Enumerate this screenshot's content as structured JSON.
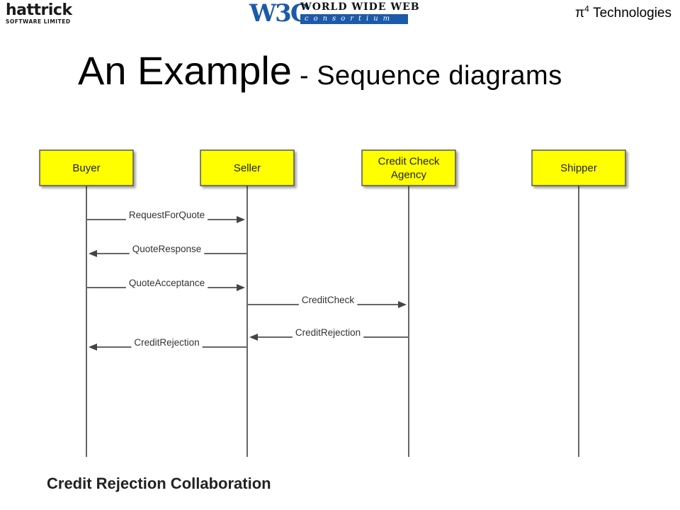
{
  "header": {
    "hattrick_logo": {
      "word": "hattrick",
      "tagline": "SOFTWARE LIMITED"
    },
    "w3c_logo": {
      "mark": "W3C",
      "top": "WORLD WIDE WEB",
      "bottom": "consortium"
    },
    "brand_prefix": "π",
    "brand_sup": "4",
    "brand_suffix": " Technologies"
  },
  "title": {
    "main": "An Example",
    "sub": " - Sequence diagrams"
  },
  "diagram": {
    "participants": [
      {
        "id": "buyer",
        "lines": [
          "Buyer"
        ]
      },
      {
        "id": "seller",
        "lines": [
          "Seller"
        ]
      },
      {
        "id": "credit",
        "lines": [
          "Credit Check",
          "Agency"
        ]
      },
      {
        "id": "shipper",
        "lines": [
          "Shipper"
        ]
      }
    ],
    "messages": [
      {
        "label": "RequestForQuote",
        "from": "buyer",
        "to": "seller"
      },
      {
        "label": "QuoteResponse",
        "from": "seller",
        "to": "buyer"
      },
      {
        "label": "QuoteAcceptance",
        "from": "buyer",
        "to": "seller"
      },
      {
        "label": "CreditCheck",
        "from": "seller",
        "to": "credit"
      },
      {
        "label": "CreditRejection",
        "from": "credit",
        "to": "seller"
      },
      {
        "label": "CreditRejection",
        "from": "seller",
        "to": "buyer"
      }
    ],
    "colors": {
      "box_fill": "#ffff00",
      "box_border": "#555555",
      "line": "#666666"
    }
  },
  "caption": "Credit Rejection Collaboration"
}
